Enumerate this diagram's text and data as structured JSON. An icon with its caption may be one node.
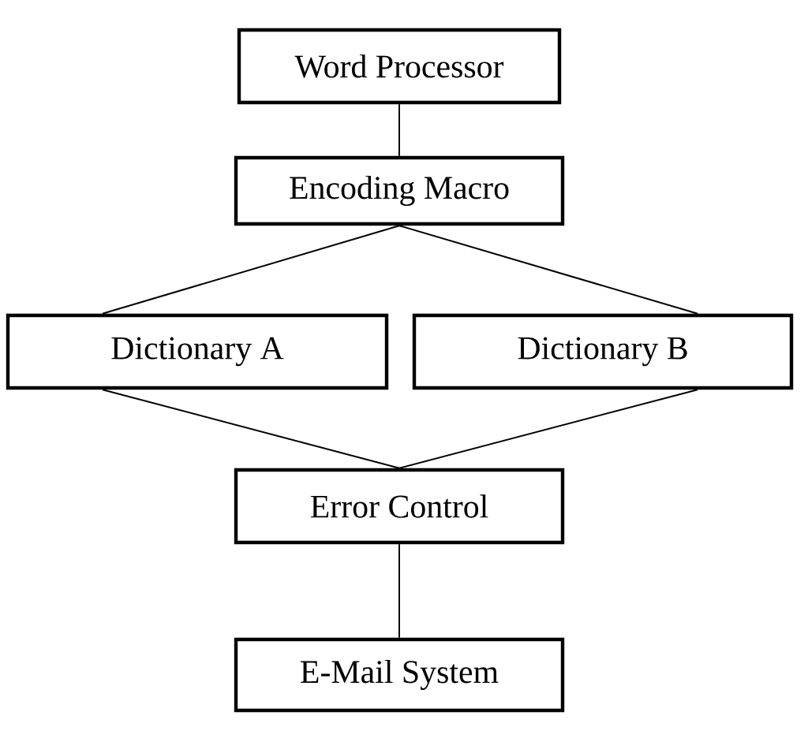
{
  "diagram": {
    "nodes": [
      {
        "text": [
          "Word Processor"
        ]
      },
      {
        "text": [
          "Encoding Macro"
        ]
      },
      {
        "text": [
          "Dictionary A"
        ]
      },
      {
        "text": [
          "Dictionary B"
        ]
      },
      {
        "text": [
          "Error Control"
        ]
      },
      {
        "text": [
          "E-Mail System"
        ]
      }
    ],
    "edges": [
      {
        "from": 0,
        "to": 1,
        "arrow": "none"
      },
      {
        "from": 1,
        "to": 2,
        "arrow": "none"
      },
      {
        "from": 1,
        "to": 3,
        "arrow": "none"
      },
      {
        "from": 2,
        "to": 4,
        "arrow": "none"
      },
      {
        "from": 3,
        "to": 4,
        "arrow": "none"
      },
      {
        "from": 4,
        "to": 5,
        "arrow": "none"
      }
    ]
  }
}
